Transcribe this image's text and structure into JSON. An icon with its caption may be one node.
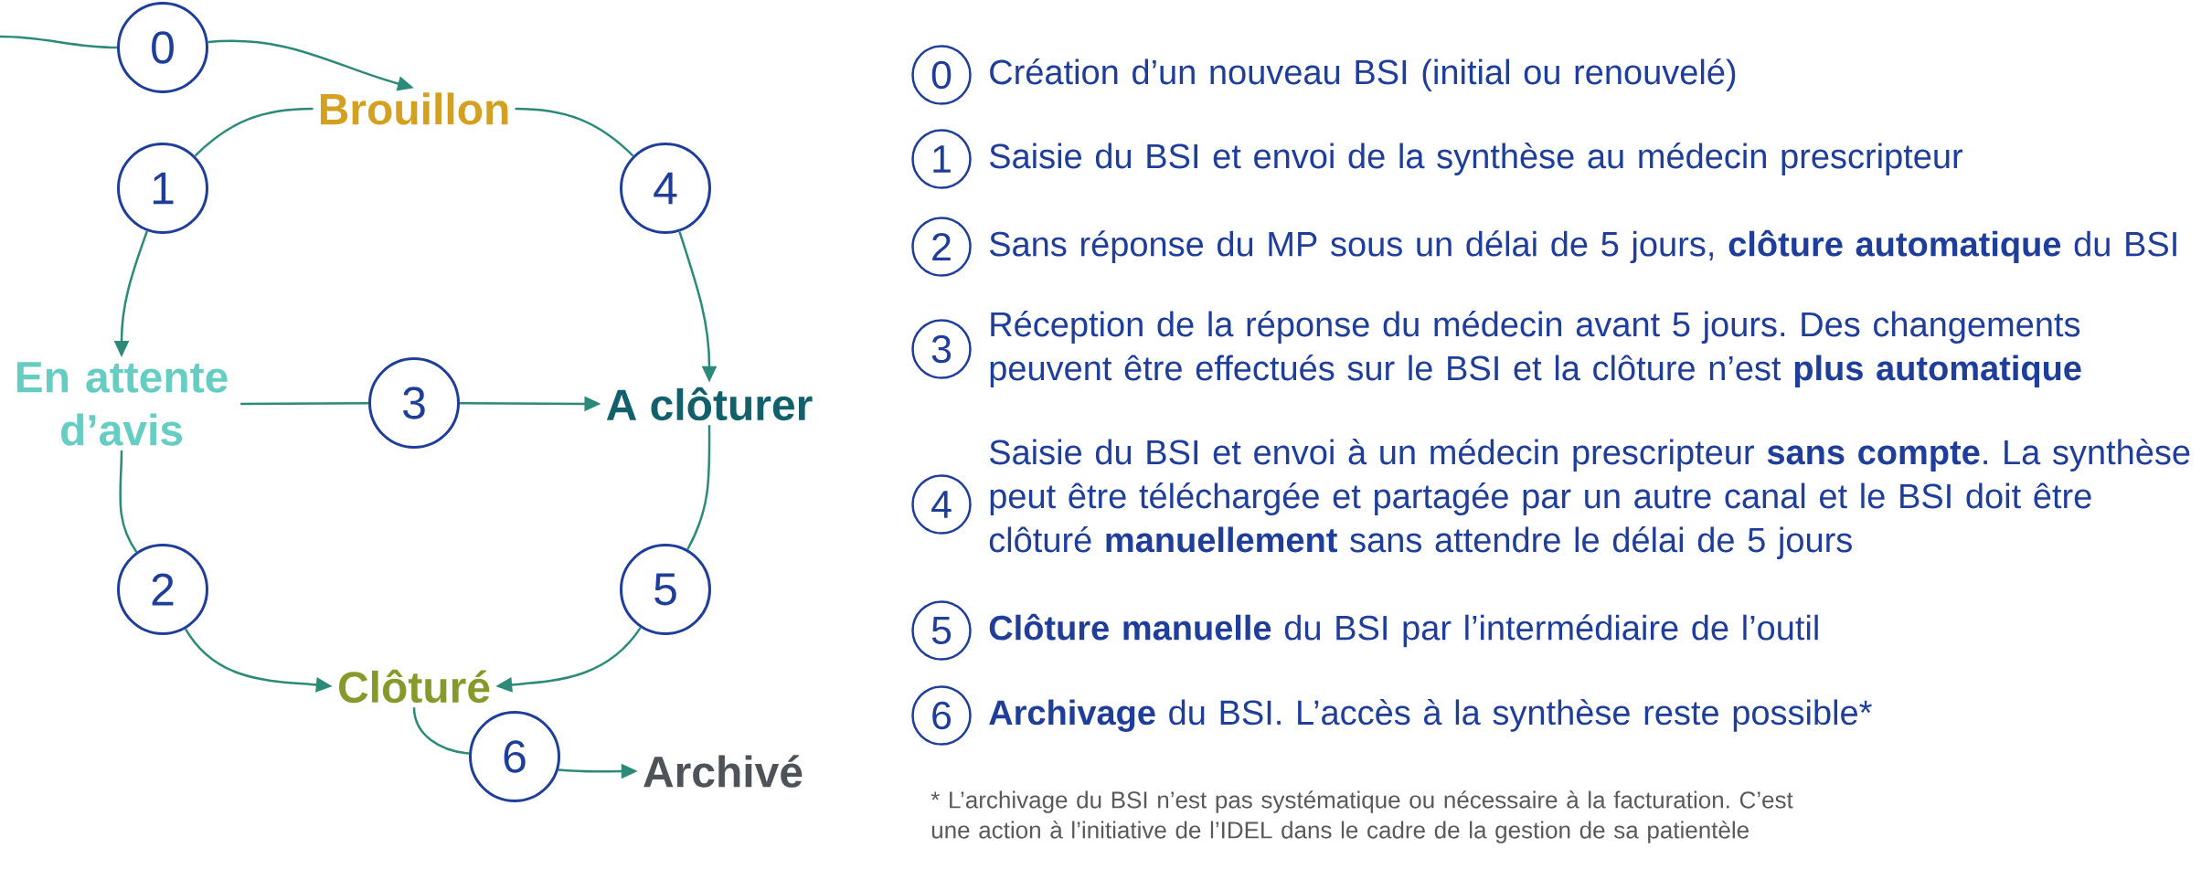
{
  "diagram": {
    "nodes": [
      {
        "text": [
          "0"
        ]
      },
      {
        "text": [
          "Brouillon"
        ]
      },
      {
        "text": [
          "1"
        ]
      },
      {
        "text": [
          "4"
        ]
      },
      {
        "text": [
          "En attente d’avis"
        ]
      },
      {
        "text": [
          "3"
        ]
      },
      {
        "text": [
          "A clôturer"
        ]
      },
      {
        "text": [
          "2"
        ]
      },
      {
        "text": [
          "5"
        ]
      },
      {
        "text": [
          "Clôturé"
        ]
      },
      {
        "text": [
          "6"
        ]
      },
      {
        "text": [
          "Archivé"
        ]
      },
      {
        "text": [
          "0"
        ],
        "beside": [
          "Création d’un nouveau BSI (initial ou renouvelé)"
        ]
      },
      {
        "text": [
          "1"
        ],
        "beside": [
          "Saisie du BSI et envoi de la synthèse au médecin prescripteur"
        ]
      },
      {
        "text": [
          "2"
        ],
        "beside": [
          "Sans réponse du MP sous un délai de 5 jours, **clôture automatique** du BSI"
        ]
      },
      {
        "text": [
          "3"
        ],
        "beside": [
          "Réception de la réponse du médecin avant 5 jours. Des changements peuvent être effectués sur le BSI et la clôture n’est **plus automatique**"
        ]
      },
      {
        "text": [
          "4"
        ],
        "beside": [
          "Saisie du BSI et envoi à un médecin prescripteur **sans compte**. La synthèse peut être téléchargée et partagée par un autre canal et le BSI doit être clôturé **manuellement** sans attendre le délai de 5 jours"
        ]
      },
      {
        "text": [
          "5"
        ],
        "beside": [
          "**Clôture manuelle** du BSI par l’intermédiaire de l’outil"
        ]
      },
      {
        "text": [
          "6"
        ],
        "beside": [
          "**Archivage** du BSI. L’accès à la synthèse reste possible*"
        ]
      }
    ],
    "edges": [
      {
        "from": null,
        "to": 0,
        "arrow": "none"
      },
      {
        "from": 0,
        "to": 1,
        "arrow": "to"
      },
      {
        "from": 1,
        "to": 2,
        "arrow": "none"
      },
      {
        "from": 2,
        "to": 4,
        "arrow": "to"
      },
      {
        "from": 1,
        "to": 3,
        "arrow": "none"
      },
      {
        "from": 3,
        "to": 6,
        "arrow": "to"
      },
      {
        "from": 4,
        "to": 5,
        "arrow": "none"
      },
      {
        "from": 5,
        "to": 6,
        "arrow": "to"
      },
      {
        "from": 4,
        "to": 7,
        "arrow": "none"
      },
      {
        "from": 7,
        "to": 9,
        "arrow": "to"
      },
      {
        "from": 6,
        "to": 8,
        "arrow": "none"
      },
      {
        "from": 8,
        "to": 9,
        "arrow": "to"
      },
      {
        "from": 9,
        "to": 10,
        "arrow": "none"
      },
      {
        "from": 10,
        "to": 11,
        "arrow": "to"
      }
    ],
    "labels": [
      "* L’archivage du BSI n’est pas systématique ou nécessaire à la facturation. C’est une action à l’initiative de l’IDEL dans le cadre de la gestion de sa patientèle"
    ]
  }
}
